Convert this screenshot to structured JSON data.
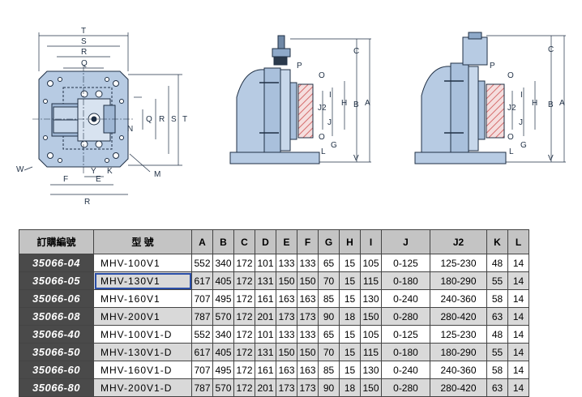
{
  "drawing": {
    "front_labels": {
      "T": "T",
      "S": "S",
      "R": "R",
      "Q": "Q",
      "N": "N",
      "W": "W",
      "F": "F",
      "E": "E",
      "Y": "Y",
      "K": "K",
      "M": "M"
    },
    "side_labels": {
      "P": "P",
      "C": "C",
      "B": "B",
      "A": "A",
      "H": "H",
      "I": "I",
      "J2": "J2",
      "J": "J",
      "O": "O",
      "G": "G",
      "L": "L",
      "V": "V"
    }
  },
  "table": {
    "headers": [
      "訂購編號",
      "型 號",
      "A",
      "B",
      "C",
      "D",
      "E",
      "F",
      "G",
      "H",
      "I",
      "J",
      "J2",
      "K",
      "L"
    ],
    "rows": [
      {
        "order": "35066-04",
        "model": "MHV-100V1",
        "vals": [
          "552",
          "340",
          "172",
          "101",
          "133",
          "133",
          "65",
          "15",
          "105",
          "0-125",
          "125-230",
          "48",
          "14"
        ]
      },
      {
        "order": "35066-05",
        "model": "MHV-130V1",
        "vals": [
          "617",
          "405",
          "172",
          "131",
          "150",
          "150",
          "70",
          "15",
          "115",
          "0-180",
          "180-290",
          "55",
          "14"
        ]
      },
      {
        "order": "35066-06",
        "model": "MHV-160V1",
        "vals": [
          "707",
          "495",
          "172",
          "161",
          "163",
          "163",
          "85",
          "15",
          "130",
          "0-240",
          "240-360",
          "58",
          "14"
        ]
      },
      {
        "order": "35066-08",
        "model": "MHV-200V1",
        "vals": [
          "787",
          "570",
          "172",
          "201",
          "173",
          "173",
          "90",
          "18",
          "150",
          "0-280",
          "280-420",
          "63",
          "14"
        ]
      },
      {
        "order": "35066-40",
        "model": "MHV-100V1-D",
        "vals": [
          "552",
          "340",
          "172",
          "101",
          "133",
          "133",
          "65",
          "15",
          "105",
          "0-125",
          "125-230",
          "48",
          "14"
        ]
      },
      {
        "order": "35066-50",
        "model": "MHV-130V1-D",
        "vals": [
          "617",
          "405",
          "172",
          "131",
          "150",
          "150",
          "70",
          "15",
          "115",
          "0-180",
          "180-290",
          "55",
          "14"
        ]
      },
      {
        "order": "35066-60",
        "model": "MHV-160V1-D",
        "vals": [
          "707",
          "495",
          "172",
          "161",
          "163",
          "163",
          "85",
          "15",
          "130",
          "0-240",
          "240-360",
          "58",
          "14"
        ]
      },
      {
        "order": "35066-80",
        "model": "MHV-200V1-D",
        "vals": [
          "787",
          "570",
          "172",
          "201",
          "173",
          "173",
          "90",
          "18",
          "150",
          "0-280",
          "280-420",
          "63",
          "14"
        ]
      }
    ]
  },
  "colors": {
    "part_fill": "#b7cbe3",
    "part_stroke": "#1f2f44",
    "workpiece_hatch": "#e08585",
    "highlight": "#2b4fa8",
    "order_cell": "#4a4a4a",
    "header_cell": "#c4c4c4"
  }
}
